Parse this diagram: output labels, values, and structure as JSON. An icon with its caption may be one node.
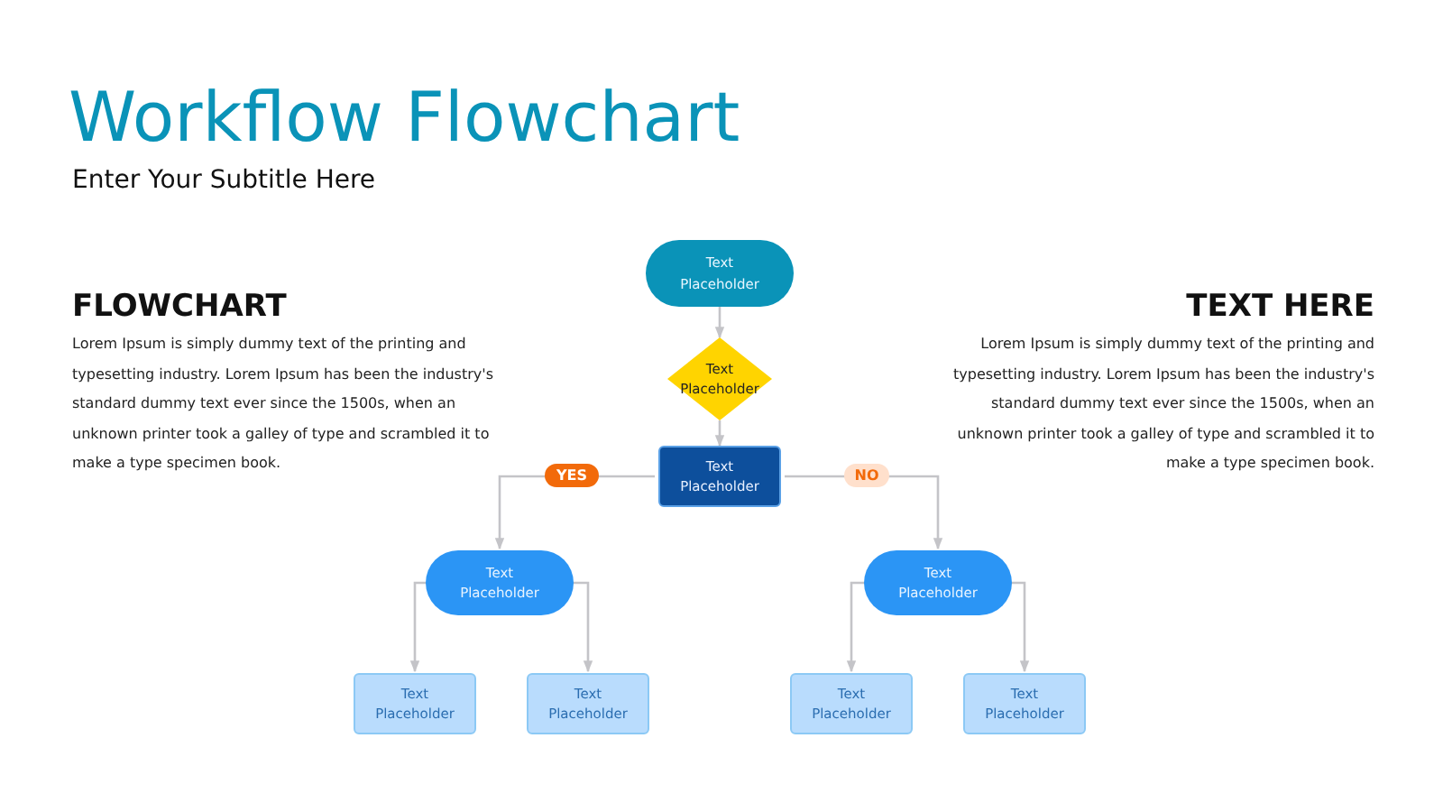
{
  "diagram": {
    "title": "Workflow Flowchart",
    "nodes": [
      {
        "text": [
          "Text Placeholder"
        ]
      },
      {
        "text": [
          "Text Placeholder"
        ]
      },
      {
        "text": [
          "Text Placeholder"
        ]
      },
      {
        "text": [
          "Text Placeholder"
        ]
      },
      {
        "text": [
          "Text Placeholder"
        ]
      },
      {
        "text": [
          "Text Placeholder"
        ]
      },
      {
        "text": [
          "Text Placeholder"
        ]
      },
      {
        "text": [
          "Text Placeholder"
        ]
      },
      {
        "text": [
          "Text Placeholder"
        ]
      }
    ],
    "edges": [
      {
        "from": 0,
        "to": 1,
        "arrow": "to"
      },
      {
        "from": 1,
        "to": 2,
        "arrow": "to"
      },
      {
        "from": 2,
        "to": 3,
        "arrow": "to",
        "label": "YES"
      },
      {
        "from": 2,
        "to": 4,
        "arrow": "to",
        "label": "NO"
      },
      {
        "from": 3,
        "to": 5,
        "arrow": "to"
      },
      {
        "from": 3,
        "to": 6,
        "arrow": "to"
      },
      {
        "from": 4,
        "to": 7,
        "arrow": "to"
      },
      {
        "from": 4,
        "to": 8,
        "arrow": "to"
      }
    ],
    "labels": [
      "Enter Your Subtitle Here",
      "FLOWCHART",
      "Lorem Ipsum is simply dummy text of the printing and typesetting industry. Lorem Ipsum has been the industry's standard dummy text ever since the 1500s, when an unknown printer took a galley of type and scrambled it to make a type specimen book.",
      "TEXT HERE",
      "Lorem Ipsum is simply dummy text of the printing and typesetting industry. Lorem Ipsum has been the industry's standard dummy text ever since the 1500s, when an unknown printer took a galley of type and scrambled it to make a type specimen book."
    ]
  }
}
